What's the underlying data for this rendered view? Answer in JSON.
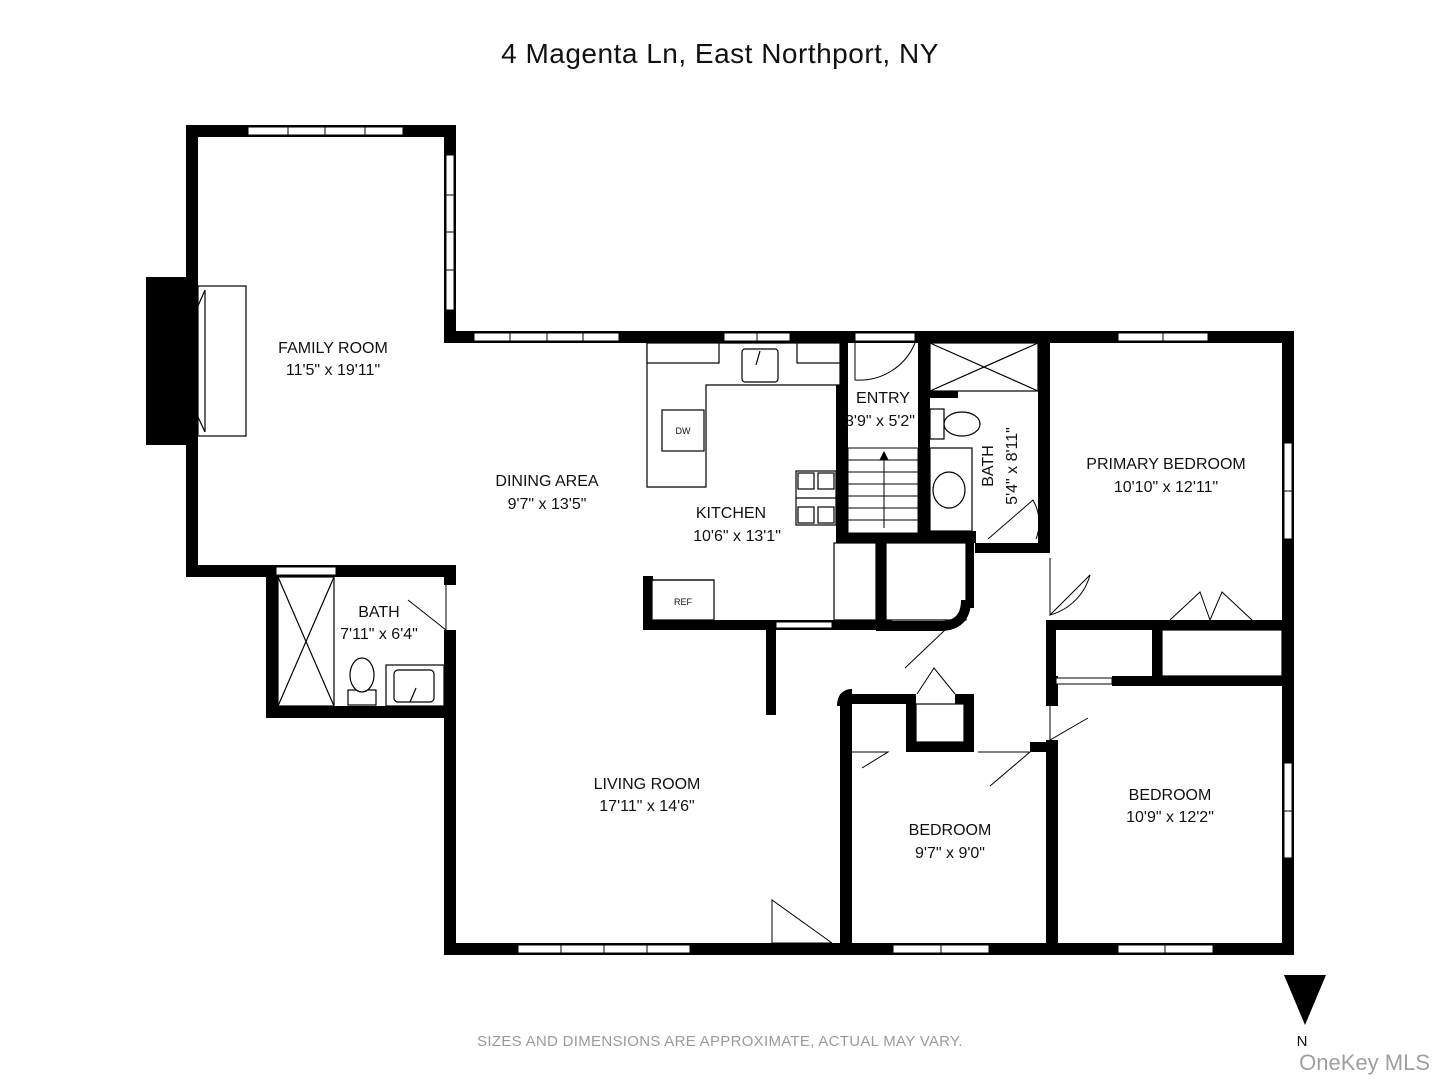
{
  "title": "4 Magenta Ln, East Northport, NY",
  "rooms": {
    "family_room": {
      "name": "FAMILY ROOM",
      "dims": "11'5\" x 19'11\""
    },
    "dining_area": {
      "name": "DINING AREA",
      "dims": "9'7\" x 13'5\""
    },
    "kitchen": {
      "name": "KITCHEN",
      "dims": "10'6\" x 13'1\""
    },
    "entry": {
      "name": "ENTRY",
      "dims": "3'9\" x 5'2\""
    },
    "bath_upper": {
      "name": "BATH",
      "dims": "5'4\" x 8'11\""
    },
    "primary_bedroom": {
      "name": "PRIMARY BEDROOM",
      "dims": "10'10\" x 12'11\""
    },
    "bath_lower": {
      "name": "BATH",
      "dims": "7'11\" x 6'4\""
    },
    "living_room": {
      "name": "LIVING ROOM",
      "dims": "17'11\" x 14'6\""
    },
    "bedroom_middle": {
      "name": "BEDROOM",
      "dims": "9'7\" x 9'0\""
    },
    "bedroom_right": {
      "name": "BEDROOM",
      "dims": "10'9\" x 12'2\""
    }
  },
  "appliances": {
    "dishwasher": "DW",
    "refrigerator": "REF"
  },
  "compass": {
    "label": "N",
    "icon": "north-arrow-icon"
  },
  "disclaimer": "SIZES AND DIMENSIONS ARE APPROXIMATE, ACTUAL MAY VARY.",
  "watermark": "OneKey MLS",
  "colors": {
    "wall": "#000000",
    "window": "#ffffff",
    "background": "#ffffff"
  }
}
